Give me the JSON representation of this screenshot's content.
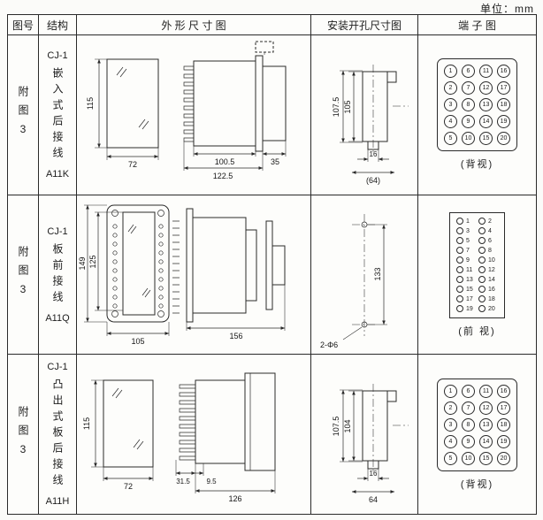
{
  "unit_label": "单位：mm",
  "headers": {
    "fig": "图号",
    "structure": "结构",
    "outline": "外 形 尺 寸 图",
    "mounting": "安装开孔尺寸图",
    "terminal": "端 子 图"
  },
  "rows": [
    {
      "fig_no": "附图3",
      "structure": {
        "model": "CJ-1",
        "type": "嵌入式后接线",
        "code": "A11K"
      },
      "outline": {
        "height": "115",
        "width": "72",
        "depth": "100.5",
        "total": "122.5",
        "front": "35"
      },
      "mounting": {
        "h1": "107.5",
        "h2": "105",
        "w1": "16",
        "w2": "(64)"
      },
      "terminal": {
        "caption": "(背视)",
        "grid": [
          [
            "1",
            "6",
            "11",
            "16"
          ],
          [
            "2",
            "7",
            "12",
            "17"
          ],
          [
            "3",
            "8",
            "13",
            "18"
          ],
          [
            "4",
            "9",
            "14",
            "19"
          ],
          [
            "5",
            "10",
            "15",
            "20"
          ]
        ]
      }
    },
    {
      "fig_no": "附图3",
      "structure": {
        "model": "CJ-1",
        "type": "板前接线",
        "code": "A11Q"
      },
      "outline": {
        "height": "149",
        "inner": "125",
        "width": "105",
        "total": "156"
      },
      "mounting": {
        "h": "133",
        "holes": "2-Φ6"
      },
      "terminal": {
        "caption": "(前 视)",
        "pairs": [
          [
            "1",
            "2"
          ],
          [
            "3",
            "4"
          ],
          [
            "5",
            "6"
          ],
          [
            "7",
            "8"
          ],
          [
            "9",
            "10"
          ],
          [
            "11",
            "12"
          ],
          [
            "13",
            "14"
          ],
          [
            "15",
            "16"
          ],
          [
            "17",
            "18"
          ],
          [
            "19",
            "20"
          ]
        ]
      }
    },
    {
      "fig_no": "附图3",
      "structure": {
        "model": "CJ-1",
        "type": "凸出式板后接线",
        "code": "A11H"
      },
      "outline": {
        "height": "115",
        "width": "72",
        "pins": "31.5",
        "gap": "9.5",
        "total": "126"
      },
      "mounting": {
        "h1": "107.5",
        "h2": "104",
        "w1": "16",
        "w2": "64"
      },
      "terminal": {
        "caption": "(背视)",
        "grid": [
          [
            "1",
            "6",
            "11",
            "16"
          ],
          [
            "2",
            "7",
            "12",
            "17"
          ],
          [
            "3",
            "8",
            "13",
            "18"
          ],
          [
            "4",
            "9",
            "14",
            "19"
          ],
          [
            "5",
            "10",
            "15",
            "20"
          ]
        ]
      }
    }
  ]
}
